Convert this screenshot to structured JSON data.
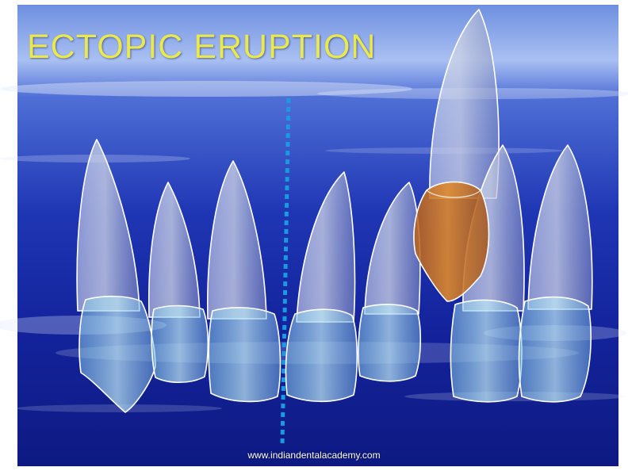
{
  "slide": {
    "title": "ECTOPIC ERUPTION",
    "footer": "www.indiandentalacademy.com"
  },
  "colors": {
    "title": "#e9e84c",
    "background_dark": "#12209a",
    "background_light": "#8fa8ea",
    "tooth_root": "#c4cbe0",
    "tooth_crown": "#9fd0e8",
    "ectopic_crown": "#d2781e",
    "midline": "#1a9ae0"
  },
  "icons": {
    "tooth": "tooth-icon",
    "ectopic_tooth": "ectopic-tooth-icon",
    "midline": "dotted-midline"
  }
}
